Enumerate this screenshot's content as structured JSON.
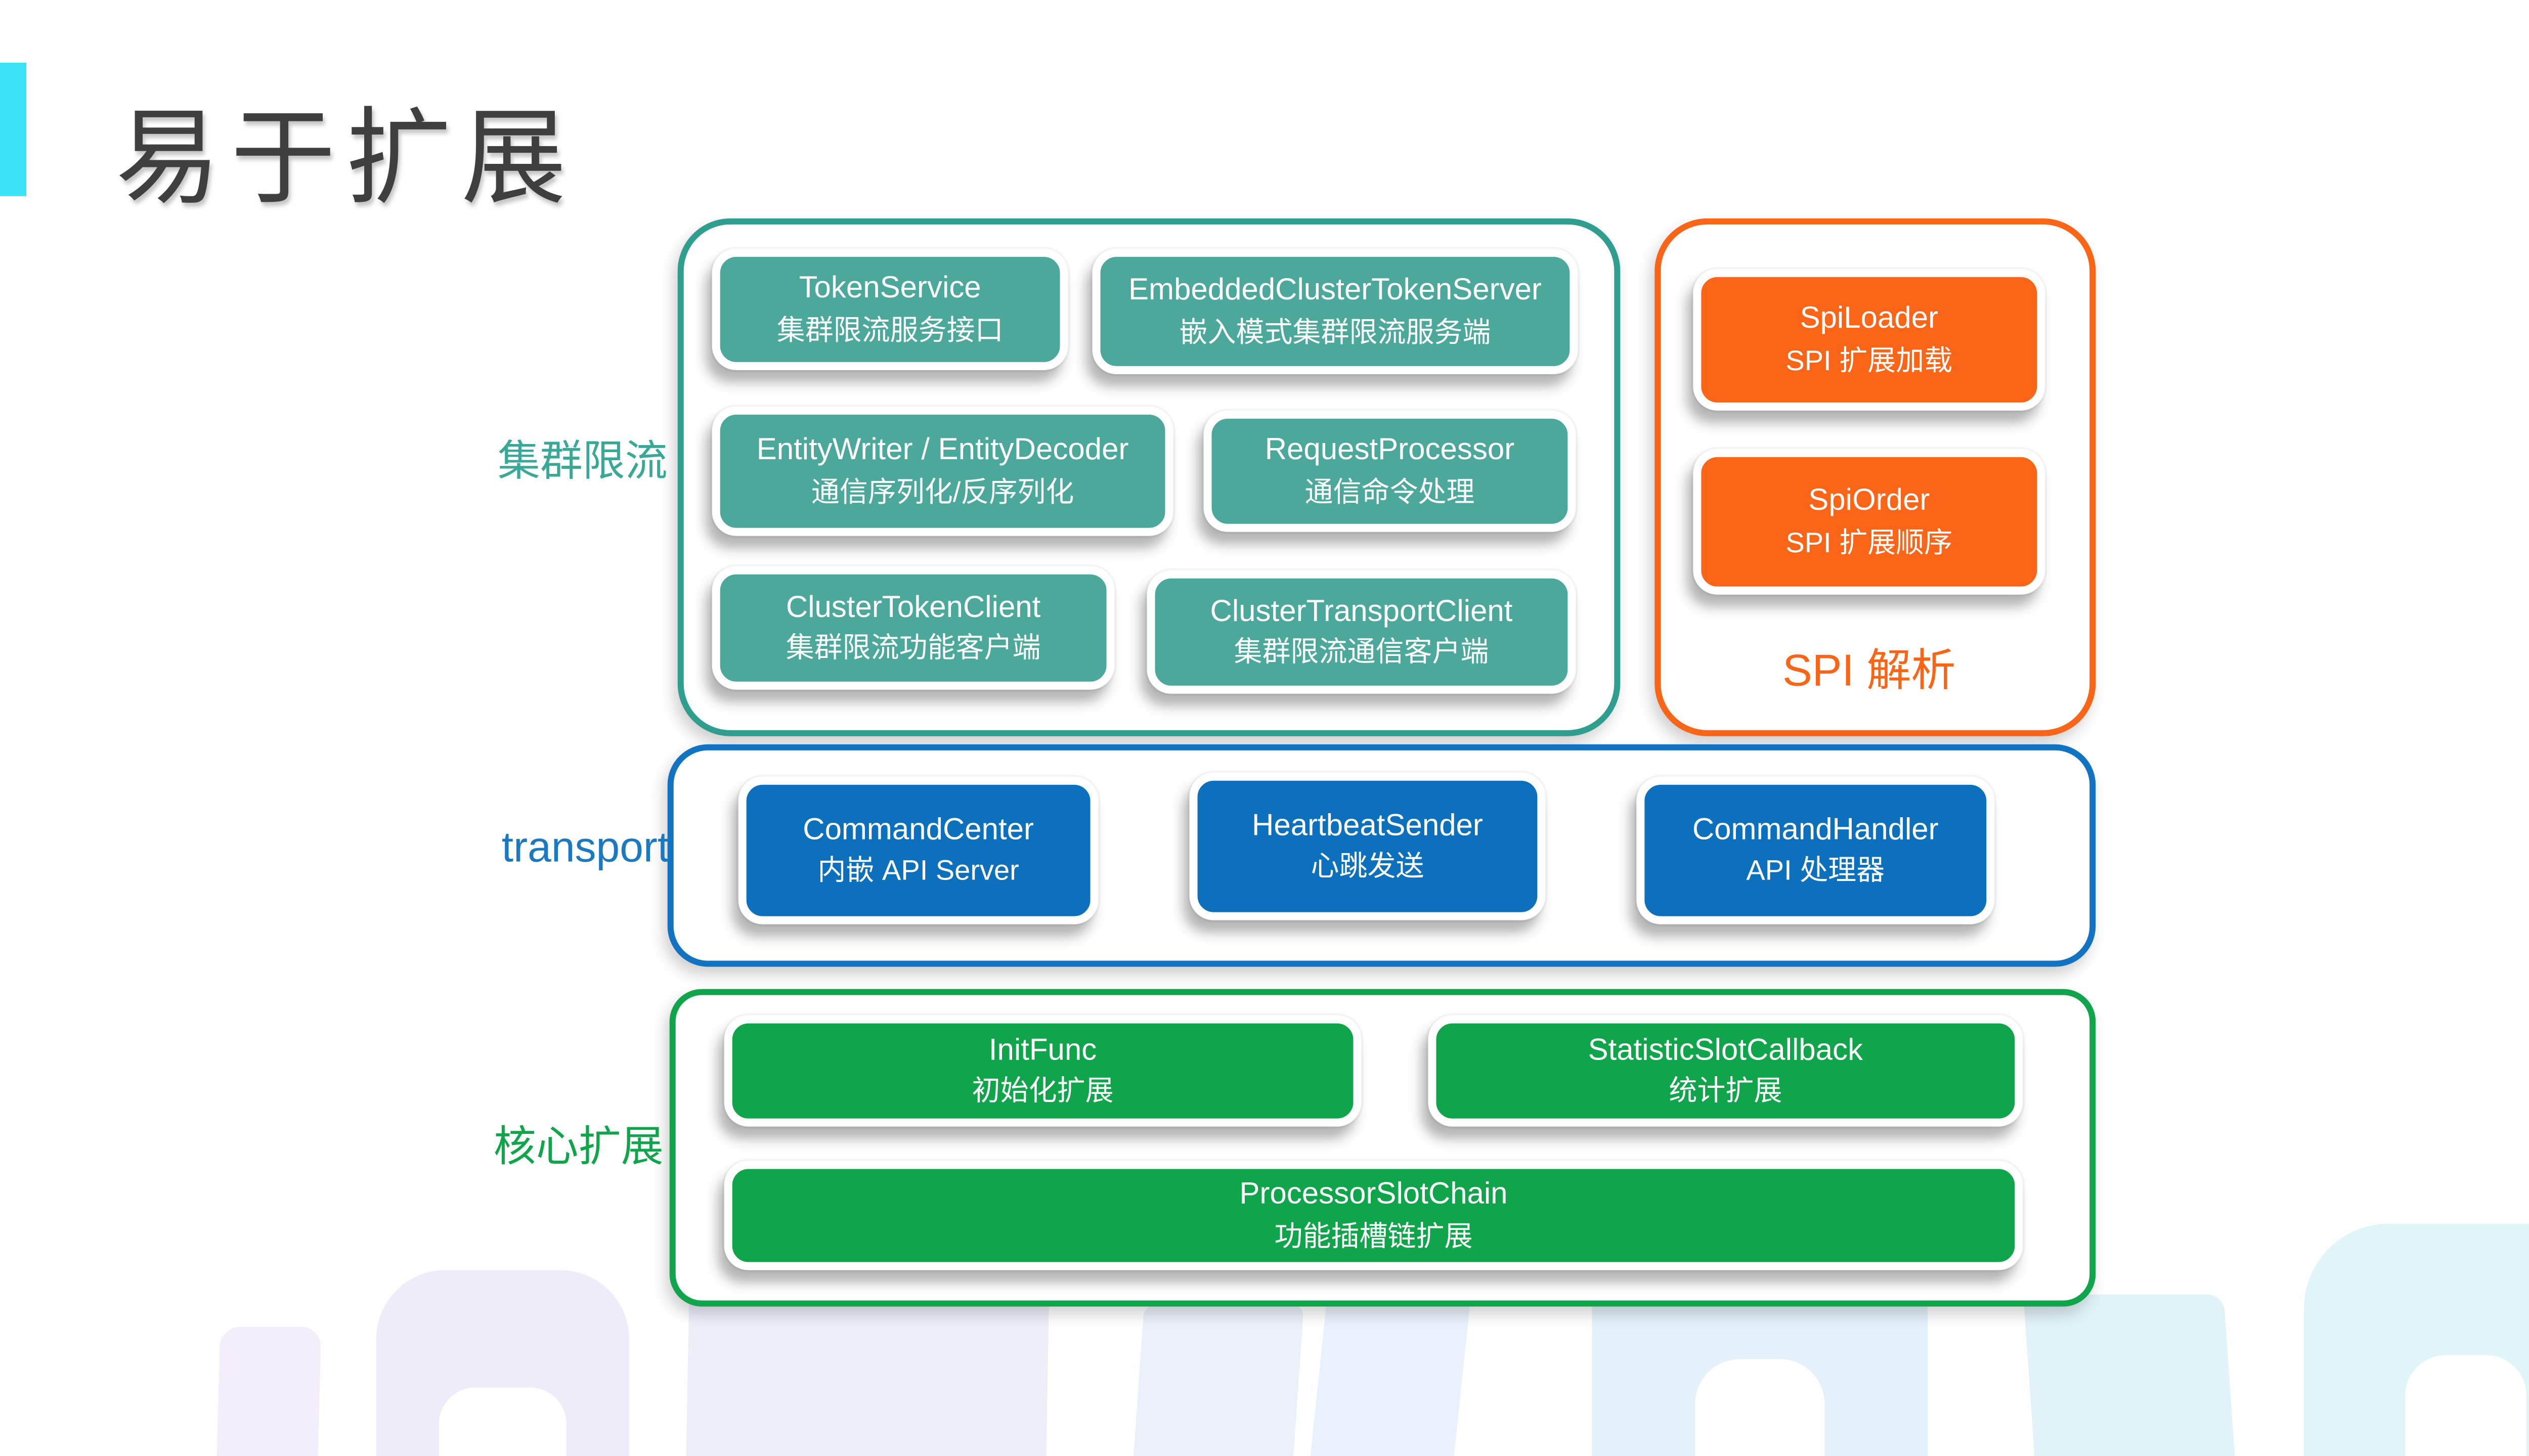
{
  "title": "易于扩展",
  "colors": {
    "accent_bar": "#3BE3F7",
    "title_text": "#3F3F3F",
    "cluster_fill": "#4BA89B",
    "cluster_border": "#2F9E8E",
    "cluster_label": "#3AA896",
    "spi_fill": "#FA6517",
    "spi_border": "#FA6517",
    "transport_fill": "#0D70BC",
    "transport_border": "#1273C2",
    "transport_label": "#1A79C0",
    "core_fill": "#10A44B",
    "core_border": "#10A44B"
  },
  "groups": {
    "cluster": {
      "label": "集群限流",
      "boxes": [
        {
          "en": "TokenService",
          "zh": "集群限流服务接口"
        },
        {
          "en": "EmbeddedClusterTokenServer",
          "zh": "嵌入模式集群限流服务端"
        },
        {
          "en": "EntityWriter / EntityDecoder",
          "zh": "通信序列化/反序列化"
        },
        {
          "en": "RequestProcessor",
          "zh": "通信命令处理"
        },
        {
          "en": "ClusterTokenClient",
          "zh": "集群限流功能客户端"
        },
        {
          "en": "ClusterTransportClient",
          "zh": "集群限流通信客户端"
        }
      ]
    },
    "spi": {
      "label": "SPI 解析",
      "boxes": [
        {
          "en": "SpiLoader",
          "zh": "SPI 扩展加载"
        },
        {
          "en": "SpiOrder",
          "zh": "SPI 扩展顺序"
        }
      ]
    },
    "transport": {
      "label": "transport",
      "boxes": [
        {
          "en": "CommandCenter",
          "zh": "内嵌 API Server"
        },
        {
          "en": "HeartbeatSender",
          "zh": "心跳发送"
        },
        {
          "en": "CommandHandler",
          "zh": "API 处理器"
        }
      ]
    },
    "core": {
      "label": "核心扩展",
      "boxes": [
        {
          "en": "InitFunc",
          "zh": "初始化扩展"
        },
        {
          "en": "StatisticSlotCallback",
          "zh": "统计扩展"
        },
        {
          "en": "ProcessorSlotChain",
          "zh": "功能插槽链扩展"
        }
      ]
    }
  }
}
